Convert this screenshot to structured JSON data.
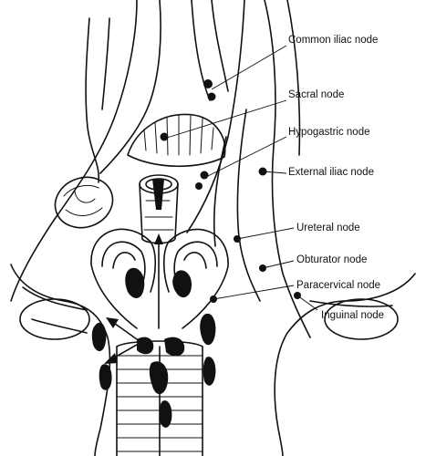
{
  "labels": {
    "common_iliac": "Common iliac node",
    "sacral": "Sacral node",
    "hypogastric": "Hypogastric node",
    "external_iliac": "External iliac node",
    "ureteral": "Ureteral node",
    "obturator": "Obturator node",
    "paracervical": "Paracervical node",
    "inguinal": "Inguinal node"
  },
  "colors": {
    "ink": "#111111",
    "background": "#ffffff"
  }
}
